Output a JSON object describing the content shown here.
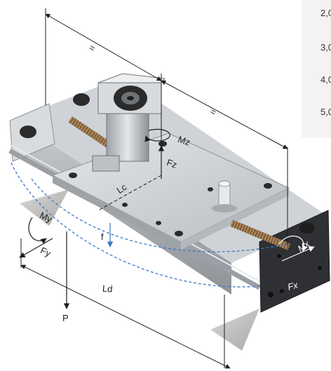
{
  "labels": {
    "eq_top": "=",
    "eq_right": "=",
    "mz": "Mz",
    "fz": "Fz",
    "lc": "Lc",
    "my": "My",
    "fy": "Fy",
    "f": "f",
    "ld": "Ld",
    "p": "P",
    "mx": "Mx",
    "fx": "Fx"
  },
  "side_list": {
    "items": [
      "2,0",
      "3,0",
      "4,0",
      "5,0"
    ]
  },
  "colors": {
    "deflection_curve": "#3b78c4",
    "metal": "#c9cdd1",
    "dark": "#2b2b2b"
  }
}
